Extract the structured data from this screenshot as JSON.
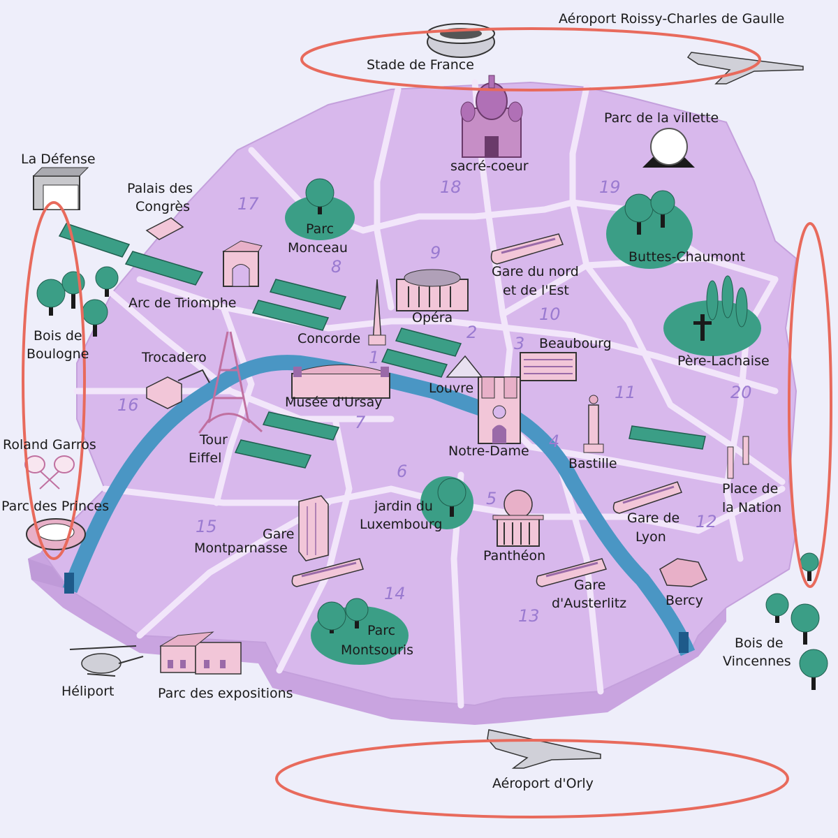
{
  "colors": {
    "background": "#eeeefa",
    "city": "#d8b8ec",
    "city_side": "#c9a4e0",
    "city_shadow": "#bf9ad8",
    "roads": "#f2e6fa",
    "seine": "#4a96c4",
    "parks": "#3b9e86",
    "trees": "#2f8a70",
    "buildings": "#f2c6d8",
    "buildings_dark": "#9a6aa8",
    "highlight": "#e86a5c",
    "text": "#1a1a1a",
    "district_numbers": "#9a7ad0"
  },
  "landmarks": {
    "cdg": "Aéroport Roissy-Charles de Gaulle",
    "stade": "Stade de France",
    "sacre": "sacré-coeur",
    "villette": "Parc de la villette",
    "defense": "La Défense",
    "palais1": "Palais des",
    "palais2": "Congrès",
    "monceau1": "Parc",
    "monceau2": "Monceau",
    "gare_nord1": "Gare du nord",
    "gare_nord2": "et de l'Est",
    "buttes": "Buttes-Chaumont",
    "arc": "Arc de Triomphe",
    "bois_boulogne1": "Bois de",
    "bois_boulogne2": "Boulogne",
    "opera": "Opéra",
    "concorde": "Concorde",
    "beaubourg": "Beaubourg",
    "pere": "Père-Lachaise",
    "trocadero": "Trocadero",
    "louvre": "Louvre",
    "orsay": "Musée d'Ursay",
    "roland": "Roland Garros",
    "tour1": "Tour",
    "tour2": "Eiffel",
    "notre_dame": "Notre-Dame",
    "bastille": "Bastille",
    "nation1": "Place de",
    "nation2": "la Nation",
    "princes": "Parc des Princes",
    "luxembourg1": "jardin du",
    "luxembourg2": "Luxembourg",
    "gare_mont1": "Gare",
    "gare_mont2": "Montparnasse",
    "gare_lyon1": "Gare de",
    "gare_lyon2": "Lyon",
    "pantheon": "Panthéon",
    "gare_aust1": "Gare",
    "gare_aust2": "d'Austerlitz",
    "bercy": "Bercy",
    "montsouris1": "Parc",
    "montsouris2": "Montsouris",
    "vincennes1": "Bois de",
    "vincennes2": "Vincennes",
    "heliport": "Héliport",
    "expositions": "Parc des expositions",
    "orly": "Aéroport d'Orly"
  },
  "districts": [
    "1",
    "2",
    "3",
    "4",
    "5",
    "6",
    "7",
    "8",
    "9",
    "10",
    "11",
    "12",
    "13",
    "14",
    "15",
    "16",
    "17",
    "18",
    "19",
    "20"
  ]
}
